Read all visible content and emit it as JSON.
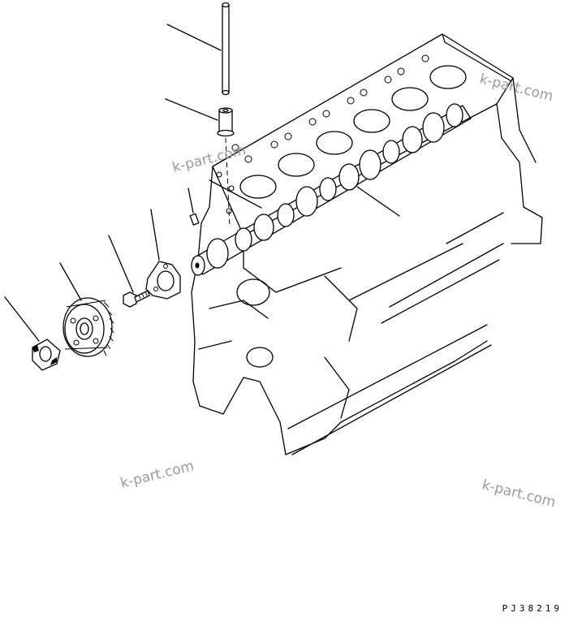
{
  "figure": {
    "drawing_code": "PJ38219",
    "watermarks": [
      "k-part.com",
      "k-part.com",
      "k-part.com",
      "k-part.com"
    ]
  }
}
